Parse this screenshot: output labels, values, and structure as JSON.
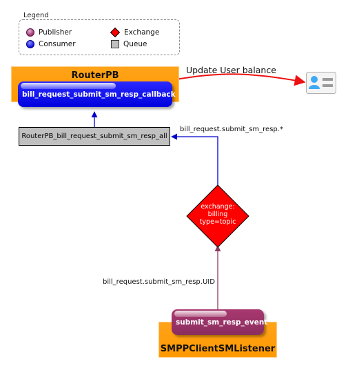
{
  "legend": {
    "title": "Legend",
    "items": {
      "publisher": "Publisher",
      "consumer": "Consumer",
      "exchange": "Exchange",
      "queue": "Queue"
    }
  },
  "router_app": {
    "title": "RouterPB",
    "consumer": "bill_request_submit_sm_resp_callback"
  },
  "queue": {
    "name": "RouterPB_bill_request_submit_sm_resp_all"
  },
  "exchange": {
    "line1": "exchange:",
    "line2": "billing",
    "line3": "type=topic"
  },
  "smpp_app": {
    "title": "SMPPClientSMListener",
    "publisher": "submit_sm_resp_event"
  },
  "edges": {
    "update_balance": "Update User balance",
    "binding_key": "bill_request.submit_sm_resp.*",
    "routing_key": "bill_request.submit_sm_resp.UID"
  },
  "colors": {
    "app_box": "#ff9900",
    "consumer": "#0000ee",
    "publisher": "#9b2f6e",
    "exchange": "#ff0000",
    "queue": "#c0c0c0",
    "edge_update": "#ee1111",
    "edge_binding": "#0000cc",
    "edge_publish": "#8b3a62"
  }
}
